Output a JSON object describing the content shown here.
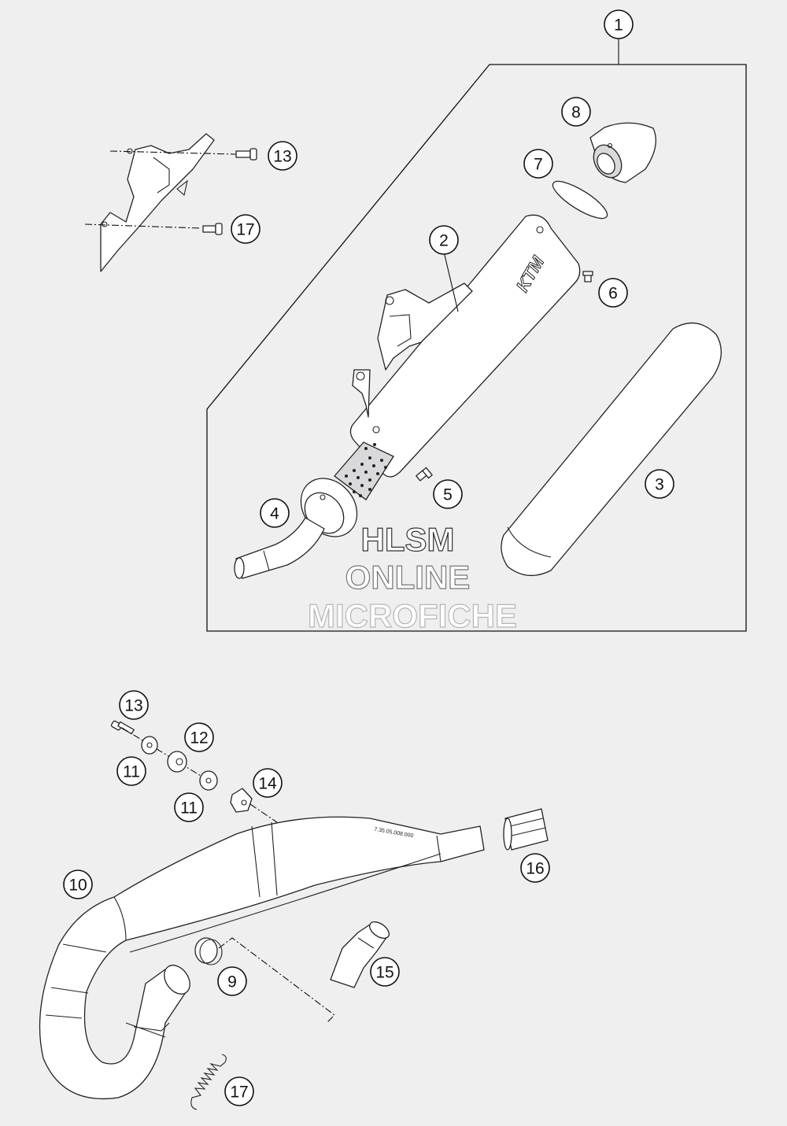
{
  "watermark": {
    "line1": "HLSM",
    "line2": "ONLINE",
    "line3": "MICROFICHE"
  },
  "callouts": [
    "1",
    "2",
    "3",
    "4",
    "5",
    "6",
    "7",
    "8",
    "9",
    "10",
    "11",
    "11",
    "12",
    "13",
    "13",
    "14",
    "15",
    "16",
    "17",
    "17"
  ],
  "logo_text": "KTM",
  "part_number_text": "7.35.05.008.000",
  "colors": {
    "background": "#efeff0",
    "line": "#222222",
    "fill": "#ffffff"
  }
}
